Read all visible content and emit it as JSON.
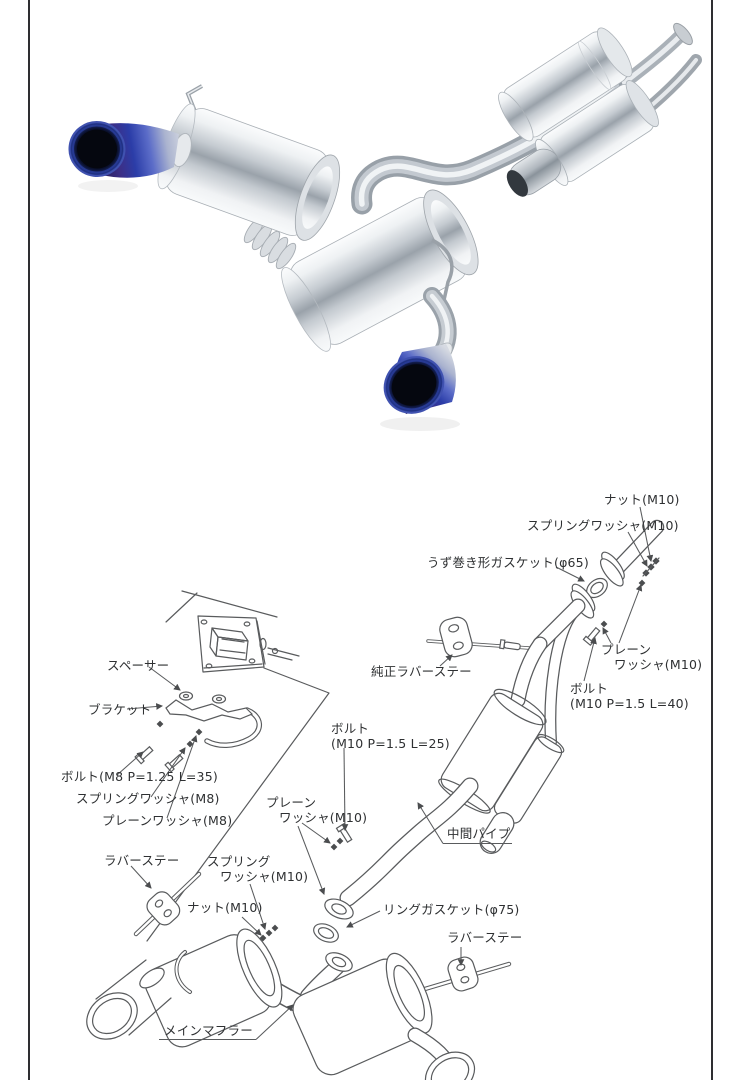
{
  "page": {
    "background": "#ffffff",
    "edge_line_color": "#2e2e31"
  },
  "photo": {
    "accent_colors": {
      "steel_highlight": "#f4f6f8",
      "steel_mid": "#b9c0c7",
      "steel_shadow": "#8d959d",
      "tip_blue": "#2b3da8",
      "tip_navy": "#0a102c",
      "tip_violet": "#3c2f86"
    }
  },
  "diagram": {
    "line_color": "#595b5d",
    "labels": [
      {
        "id": "nut-m10-upper",
        "text": "ナット(M10)"
      },
      {
        "id": "spring-washer-m10-upper",
        "text": "スプリングワッシャ(M10)"
      },
      {
        "id": "spiral-gasket-65",
        "text": "うず巻き形ガスケット(φ65)"
      },
      {
        "id": "oem-rubber-stay",
        "text": "純正ラバーステー"
      },
      {
        "id": "plain-washer-m10-upper",
        "text": "プレーン\nワッシャ(M10)"
      },
      {
        "id": "bolt-m10-l40",
        "text": "ボルト\n(M10 P=1.5 L=40)"
      },
      {
        "id": "spacer",
        "text": "スペーサー"
      },
      {
        "id": "bracket",
        "text": "ブラケット"
      },
      {
        "id": "bolt-m8-l35",
        "text": "ボルト(M8 P=1.25 L=35)"
      },
      {
        "id": "spring-washer-m8",
        "text": "スプリングワッシャ(M8)"
      },
      {
        "id": "plain-washer-m8",
        "text": "プレーンワッシャ(M8)"
      },
      {
        "id": "bolt-m10-l25",
        "text": "ボルト\n(M10 P=1.5 L=25)"
      },
      {
        "id": "plain-washer-m10-center",
        "text": "プレーン\nワッシャ(M10)"
      },
      {
        "id": "rubber-stay-left",
        "text": "ラバーステー"
      },
      {
        "id": "spring-washer-m10-lower",
        "text": "スプリング\nワッシャ(M10)"
      },
      {
        "id": "nut-m10-lower",
        "text": "ナット(M10)"
      },
      {
        "id": "ring-gasket-75",
        "text": "リングガスケット(φ75)"
      },
      {
        "id": "rubber-stay-right",
        "text": "ラバーステー"
      },
      {
        "id": "center-pipe",
        "text": "中間パイプ",
        "underline": true
      },
      {
        "id": "main-muffler",
        "text": "メインマフラー",
        "underline": true
      }
    ]
  }
}
